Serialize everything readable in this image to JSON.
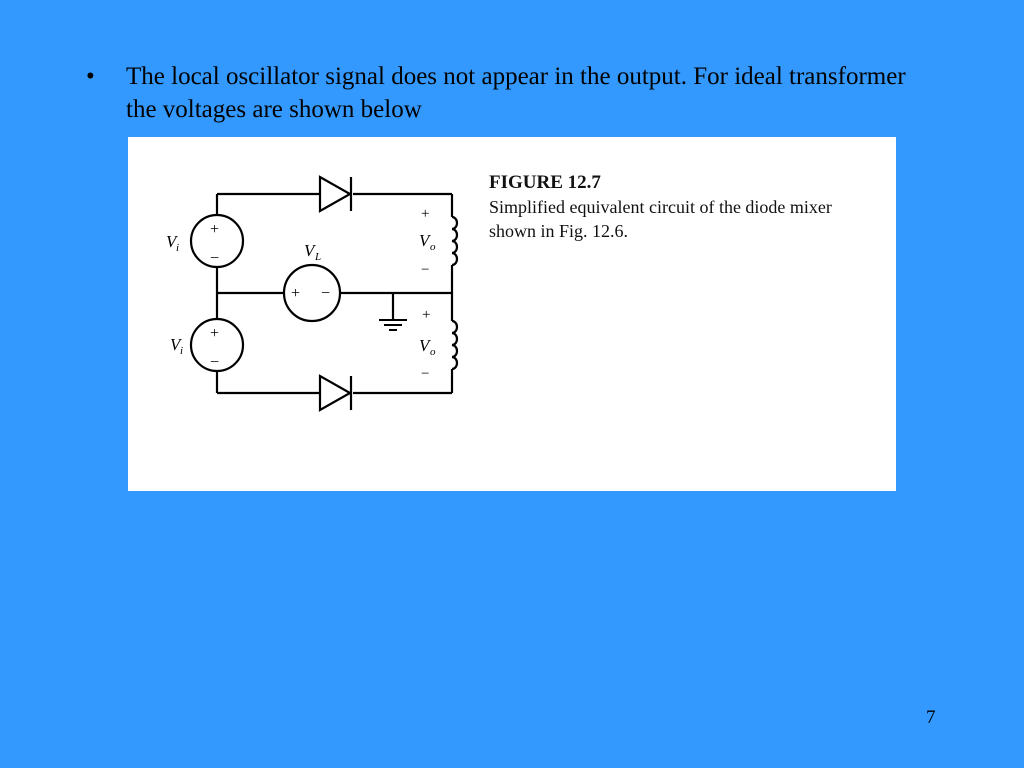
{
  "slide": {
    "bullet_symbol": "•",
    "bullet_text": "The local oscillator signal does not appear in the output.  For ideal transformer the voltages are shown below",
    "page_number": "7",
    "background_color": "#3399ff"
  },
  "figure": {
    "title": "FIGURE 12.7",
    "caption": "Simplified equivalent circuit of the diode mixer shown in Fig. 12.6.",
    "labels": {
      "vi": "V",
      "vi_sub": "i",
      "vl": "V",
      "vl_sub": "L",
      "vo": "V",
      "vo_sub": "o",
      "plus": "+",
      "minus": "−"
    }
  }
}
